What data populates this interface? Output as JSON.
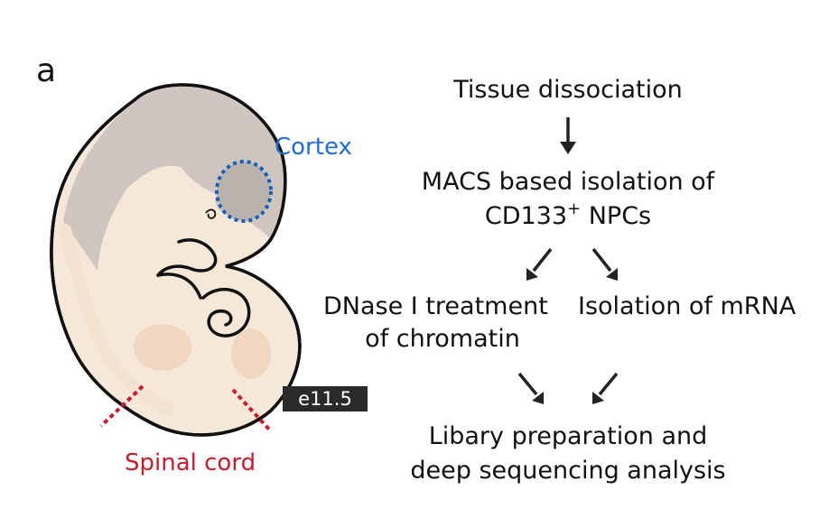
{
  "panel_letter": "a",
  "labels": {
    "cortex": "Cortex",
    "spinal_cord": "Spinal cord",
    "stage": "e11.5"
  },
  "flow": {
    "step1": "Tissue dissociation",
    "step2_line1": "MACS based isolation of",
    "step2_line2_prefix": "CD133",
    "step2_line2_sup": "+",
    "step2_line2_suffix": " NPCs",
    "step3a_line1": "DNase I treatment",
    "step3a_line2": "of chromatin",
    "step3b": "Isolation of mRNA",
    "step4_line1": "Libary preparation and",
    "step4_line2": "deep sequencing analysis"
  },
  "colors": {
    "cortex_label": "#1f6fd6",
    "cortex_outline": "#1a5fb8",
    "spinal_label": "#cc1a2a",
    "spinal_cut": "#cc1a2a",
    "embryo_body": "#f6e8d8",
    "embryo_head": "#cfc6c1",
    "embryo_outline": "#111111",
    "stage_badge": "#2a2a2a"
  }
}
